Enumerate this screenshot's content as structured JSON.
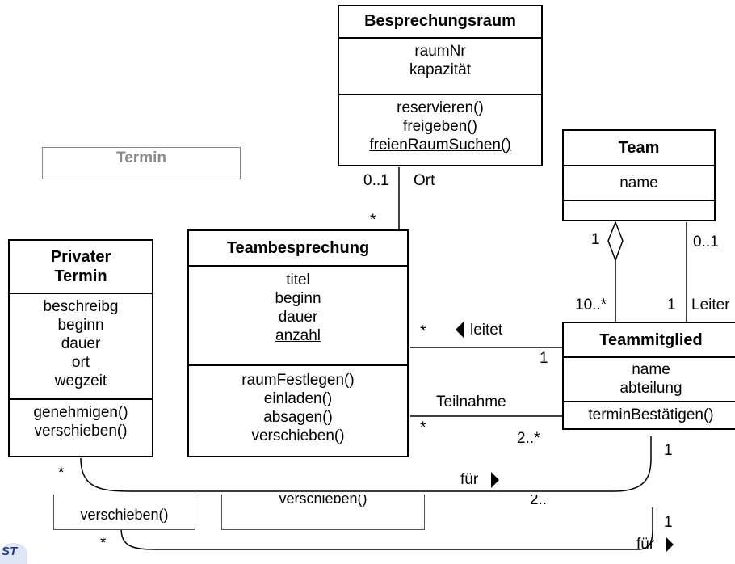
{
  "classes": {
    "besprechungsraum": {
      "name": "Besprechungsraum",
      "attributes": [
        "raumNr",
        "kapazität"
      ],
      "operations": [
        "reservieren()",
        "freigeben()",
        "freienRaumSuchen()"
      ]
    },
    "termin": {
      "name": "Termin"
    },
    "team": {
      "name": "Team",
      "attributes": [
        "name"
      ]
    },
    "privater_termin": {
      "name_line1": "Privater",
      "name_line2": "Termin",
      "attributes": [
        "beschreibg",
        "beginn",
        "dauer",
        "ort",
        "wegzeit"
      ],
      "operations": [
        "genehmigen()",
        "verschieben()"
      ]
    },
    "teambesprechung": {
      "name": "Teambesprechung",
      "attributes": [
        "titel",
        "beginn",
        "dauer",
        "anzahl"
      ],
      "operations": [
        "raumFestlegen()",
        "einladen()",
        "absagen()",
        "verschieben()"
      ]
    },
    "teammitglied": {
      "name": "Teammitglied",
      "attributes": [
        "name",
        "abteilung"
      ],
      "operations": [
        "terminBestätigen()"
      ]
    }
  },
  "associations": {
    "ort": {
      "role": "Ort",
      "mult_raum": "0..1",
      "mult_besprechung": "*"
    },
    "team_member": {
      "mult_team": "1",
      "mult_member": "10..*"
    },
    "team_leiter": {
      "mult_team": "0..1",
      "mult_member": "1",
      "role": "Leiter"
    },
    "leitet": {
      "name": "leitet",
      "mult_besprechung": "*",
      "mult_member": "1"
    },
    "teilnahme": {
      "name": "Teilnahme",
      "mult_besprechung": "*",
      "mult_member": "2..*"
    },
    "fuer": {
      "name": "für",
      "mult_termin": "*",
      "mult_member": "1"
    }
  },
  "ghost": {
    "op_left": "verschieben()",
    "op_mid": "verschieben()",
    "mult_mid": "2..",
    "mult_star": "*",
    "mult_one": "1",
    "assoc_name": "für"
  },
  "logo": "ST"
}
